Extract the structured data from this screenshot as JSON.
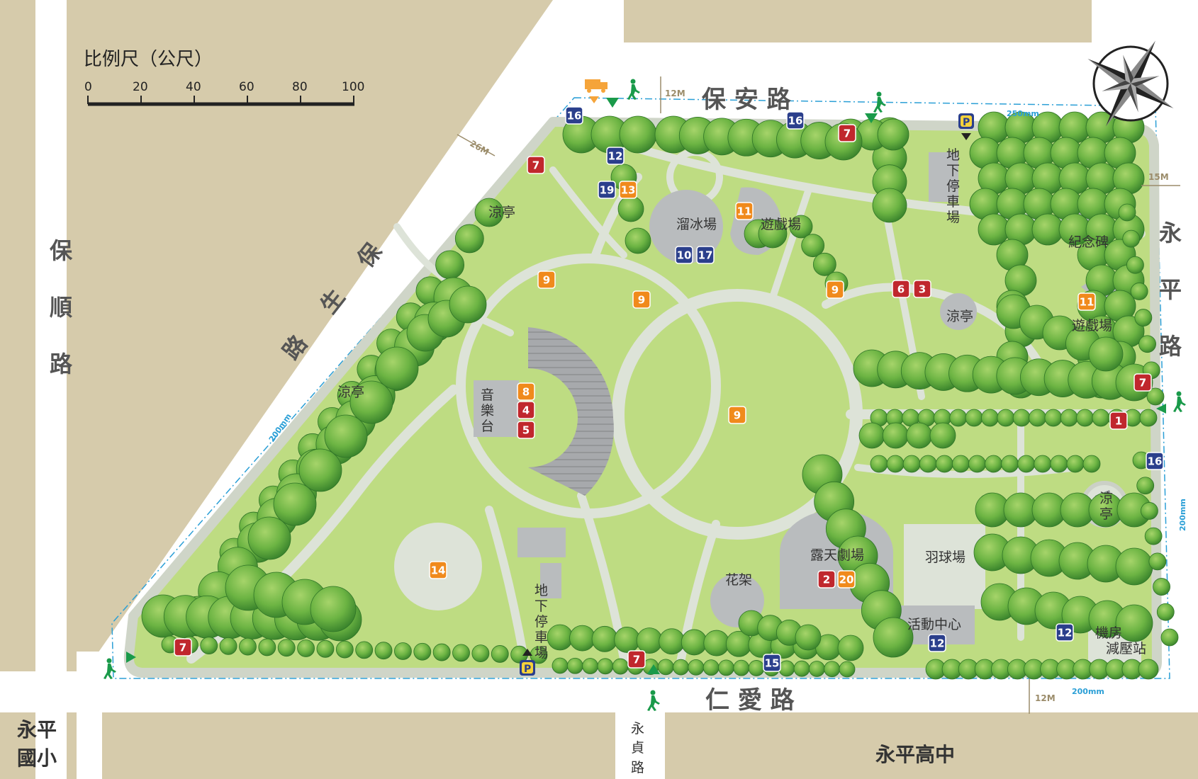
{
  "scale_bar": {
    "title": "比例尺（公尺）",
    "ticks": [
      "0",
      "20",
      "40",
      "60",
      "80",
      "100"
    ]
  },
  "roads": {
    "north": "保 安 路",
    "south": "仁 愛 路",
    "east": [
      "永",
      "平",
      "路"
    ],
    "west_diagonal": [
      "保",
      "生",
      "路"
    ],
    "far_west": [
      "保",
      "順",
      "路"
    ],
    "south_branch": [
      "永",
      "貞",
      "路"
    ]
  },
  "outside_places": {
    "school_left": [
      "永平",
      "國小"
    ],
    "school_bottom": "永平高中"
  },
  "dimensions": {
    "north_road_width": "12M",
    "south_road_width": "12M",
    "east_road_width": "15M",
    "west_road_width": "26M",
    "top_mm": "250mm",
    "bottom_mm": "200mm",
    "left_mm": "200mm",
    "right_mm": "200mm"
  },
  "places": {
    "skating_rink": "溜冰場",
    "playground_north": "遊戲場",
    "playground_east": "遊戲場",
    "memorial": "紀念碑",
    "pavilion_nw": "涼亭",
    "pavilion_w": "涼亭",
    "pavilion_e": "涼亭",
    "pavilion_se": [
      "涼",
      "亭"
    ],
    "music_stage": [
      "音",
      "樂",
      "台"
    ],
    "parking_ne": [
      "地",
      "下",
      "停",
      "車",
      "場"
    ],
    "parking_s": [
      "地",
      "下",
      "停",
      "車",
      "場"
    ],
    "open_theater": "露天劇場",
    "trellis": "花架",
    "badminton": "羽球場",
    "activity_center": "活動中心",
    "machine_room": [
      "機房",
      "減壓站"
    ]
  },
  "parking_sign": "P",
  "badges": [
    {
      "num": "16",
      "color": "#2b3f8c"
    },
    {
      "num": "12",
      "color": "#2b3f8c"
    },
    {
      "num": "19",
      "color": "#2b3f8c"
    },
    {
      "num": "13",
      "color": "#f08a1c"
    },
    {
      "num": "7",
      "color": "#c0272d"
    },
    {
      "num": "16",
      "color": "#2b3f8c"
    },
    {
      "num": "7",
      "color": "#c0272d"
    },
    {
      "num": "11",
      "color": "#f08a1c"
    },
    {
      "num": "10",
      "color": "#2b3f8c"
    },
    {
      "num": "17",
      "color": "#2b3f8c"
    },
    {
      "num": "9",
      "color": "#f08a1c"
    },
    {
      "num": "9",
      "color": "#f08a1c"
    },
    {
      "num": "9",
      "color": "#f08a1c"
    },
    {
      "num": "6",
      "color": "#c0272d"
    },
    {
      "num": "3",
      "color": "#c0272d"
    },
    {
      "num": "11",
      "color": "#f08a1c"
    },
    {
      "num": "8",
      "color": "#f08a1c"
    },
    {
      "num": "4",
      "color": "#c0272d"
    },
    {
      "num": "5",
      "color": "#c0272d"
    },
    {
      "num": "9",
      "color": "#f08a1c"
    },
    {
      "num": "7",
      "color": "#c0272d"
    },
    {
      "num": "1",
      "color": "#c0272d"
    },
    {
      "num": "16",
      "color": "#2b3f8c"
    },
    {
      "num": "14",
      "color": "#f08a1c"
    },
    {
      "num": "2",
      "color": "#c0272d"
    },
    {
      "num": "20",
      "color": "#f08a1c"
    },
    {
      "num": "12",
      "color": "#2b3f8c"
    },
    {
      "num": "12",
      "color": "#2b3f8c"
    },
    {
      "num": "7",
      "color": "#c0272d"
    },
    {
      "num": "7",
      "color": "#c0272d"
    },
    {
      "num": "15",
      "color": "#2b3f8c"
    }
  ],
  "colors": {
    "lawn": "#bedc82",
    "path": "#dde3d8",
    "block": "#d6cbab",
    "road": "#ffffff",
    "tree_dark": "#3f8f2f",
    "tree_light": "#7fc24f"
  },
  "icons": [
    "compass-rose-icon",
    "pedestrian-icon",
    "truck-icon",
    "arrow-down-icon",
    "arrow-up-icon",
    "parking-icon"
  ]
}
